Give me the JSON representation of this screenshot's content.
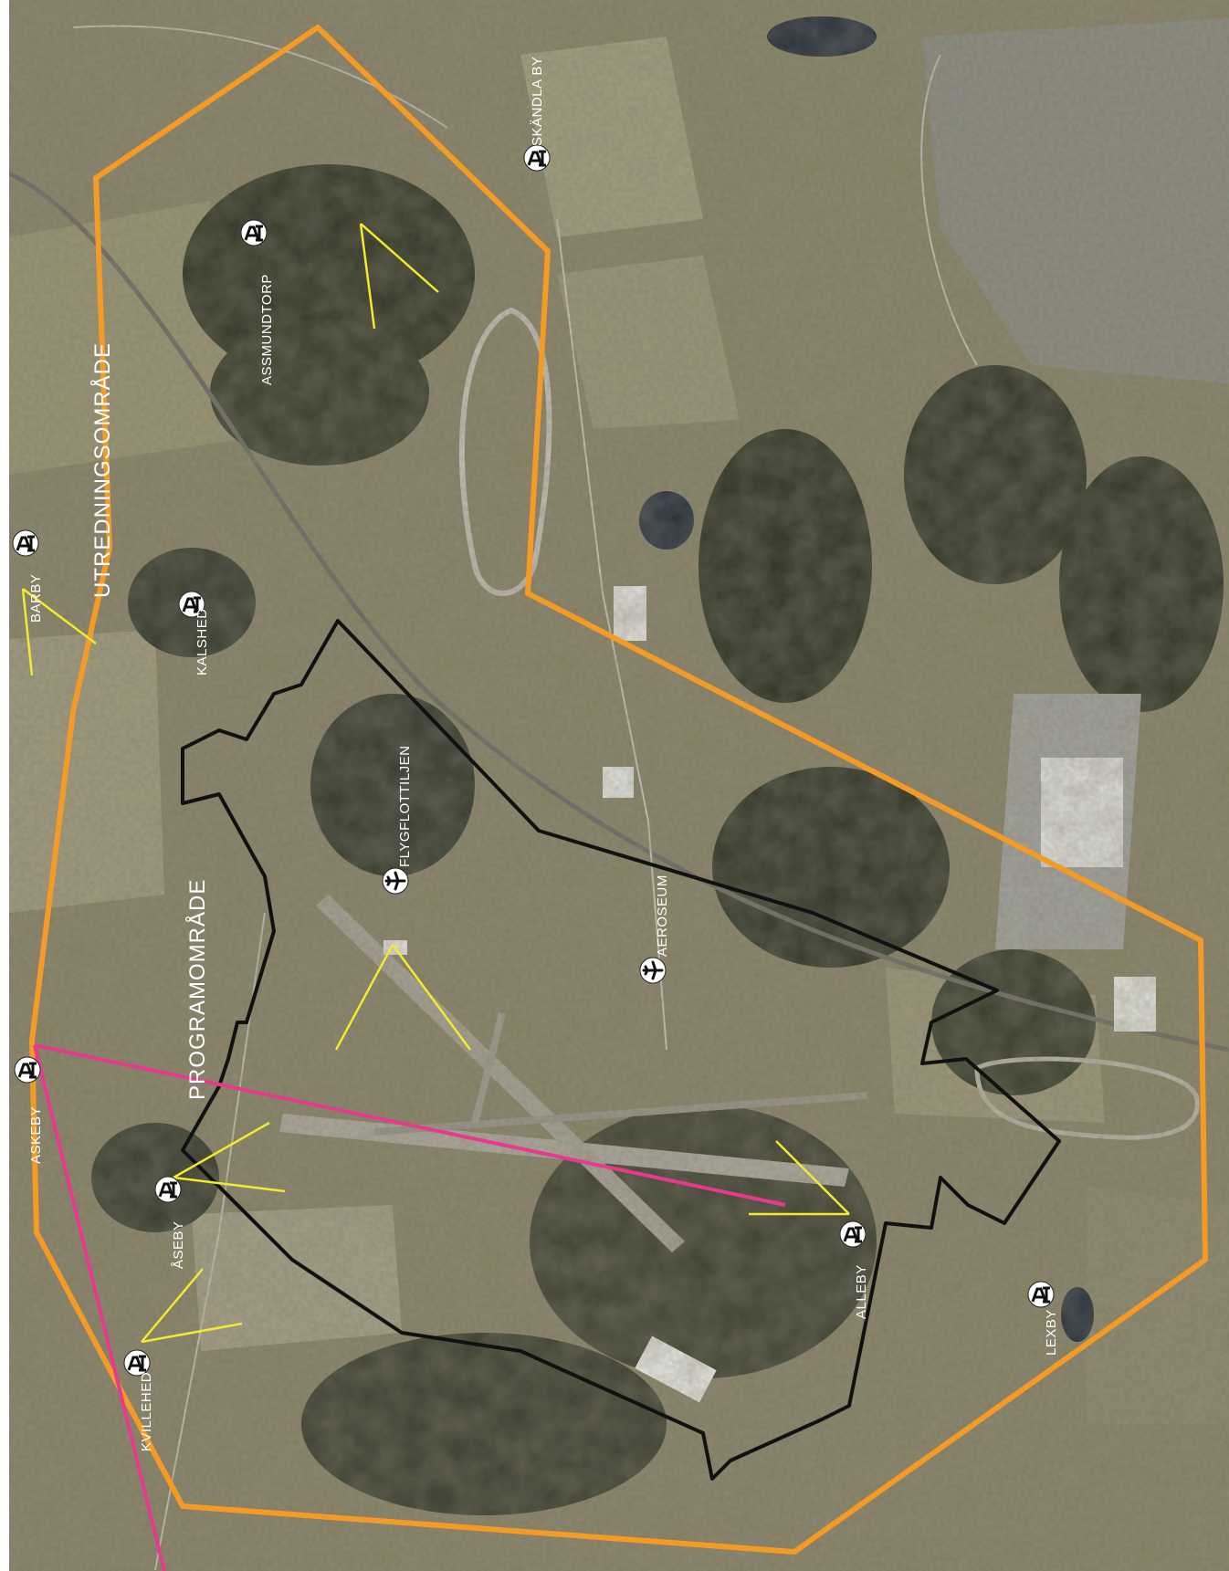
{
  "map": {
    "area_labels": {
      "utredningsomrade": "UTREDNINGSOMRÅDE",
      "programomrade": "PROGRAMOMRÅDE"
    },
    "places": {
      "skandla_by": "SKÄNDLA BY",
      "assmundtorp": "ASSMUNDTORP",
      "barby": "BARBY",
      "kalshed": "KALSHED",
      "flygflottiljen": "FLYGFLOTTILJEN",
      "aeroseum": "AEROSEUM",
      "askeby": "ASKEBY",
      "aseby": "ÅSEBY",
      "kvillehed": "KVILLEHED",
      "alleby": "ALLEBY",
      "lexby": "LEXBY"
    },
    "colors": {
      "utredningsomrade_outline": "#f39a27",
      "programomrade_outline": "#111111",
      "sightline_yellow": "#f3e92d",
      "sightline_magenta": "#e83a8c",
      "marker_fill": "#ffffff",
      "marker_icon": "#111111"
    },
    "icons": {
      "viewpoint": "viewpoint-marker-icon",
      "airplane": "airplane-icon"
    }
  }
}
